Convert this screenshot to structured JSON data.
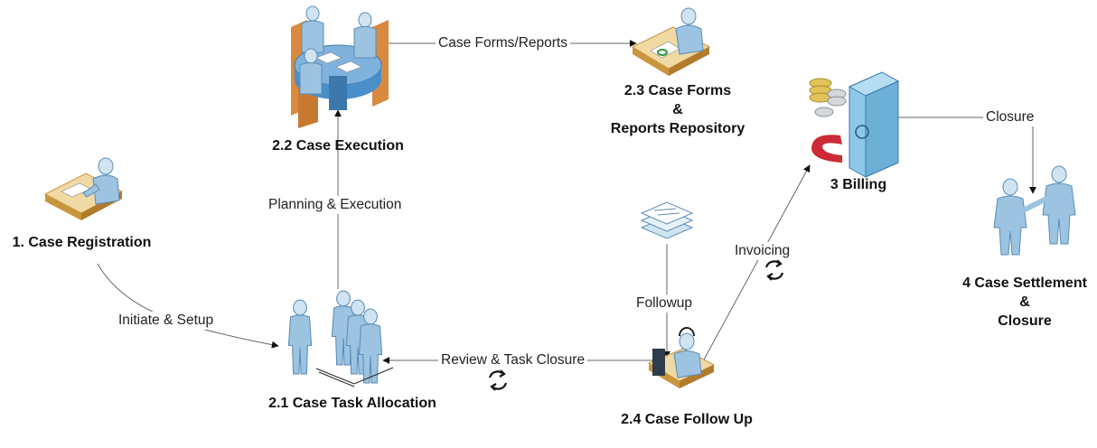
{
  "nodes": {
    "case_registration": {
      "label": "1. Case Registration"
    },
    "task_allocation": {
      "label": "2.1 Case Task Allocation"
    },
    "case_execution": {
      "label": "2.2 Case Execution"
    },
    "repository": {
      "label_lines": [
        "2.3 Case Forms",
        "&",
        "Reports Repository"
      ]
    },
    "follow_up": {
      "label": "2.4 Case Follow Up"
    },
    "billing": {
      "label": "3 Billing"
    },
    "settlement": {
      "label_lines": [
        "4 Case Settlement",
        "&",
        "Closure"
      ]
    }
  },
  "edges": {
    "initiate": "Initiate & Setup",
    "planning": "Planning & Execution",
    "forms": "Case Forms/Reports",
    "review": "Review & Task Closure",
    "followup": "Followup",
    "invoicing": "Invoicing",
    "closure": "Closure"
  },
  "colors": {
    "person_light": "#cfe3f1",
    "person_mid": "#9cc3e0",
    "person_dark": "#5b8db8",
    "desk_top": "#f1d9a4",
    "desk_side": "#c9963e",
    "chair": "#d98a3e",
    "table_blue": "#4a8fc9",
    "safe_body": "#8ec8e8",
    "coin_gold": "#e2c25a",
    "coin_silver": "#d5d8da",
    "arrow_red": "#cc2a36",
    "line": "#555555"
  }
}
